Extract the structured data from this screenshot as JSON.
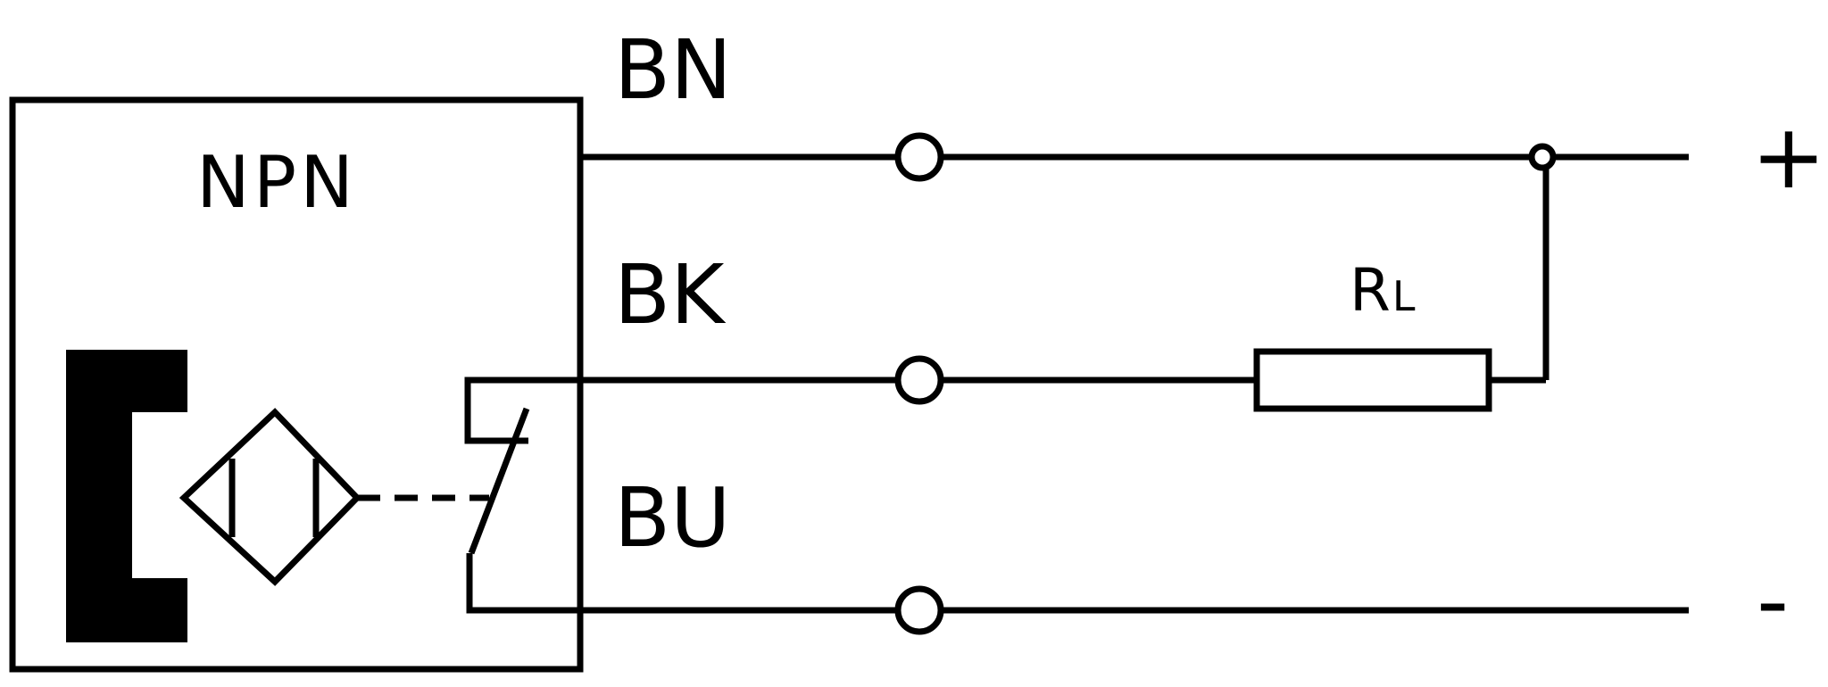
{
  "diagram": {
    "sensor_type": "NPN",
    "wires": {
      "brown": "BN",
      "black": "BK",
      "blue": "BU"
    },
    "load": {
      "symbol": "R",
      "subscript": "L"
    },
    "supply": {
      "positive": "+",
      "negative": "-"
    },
    "colors": {
      "line": "#000000",
      "background": "#ffffff"
    }
  }
}
